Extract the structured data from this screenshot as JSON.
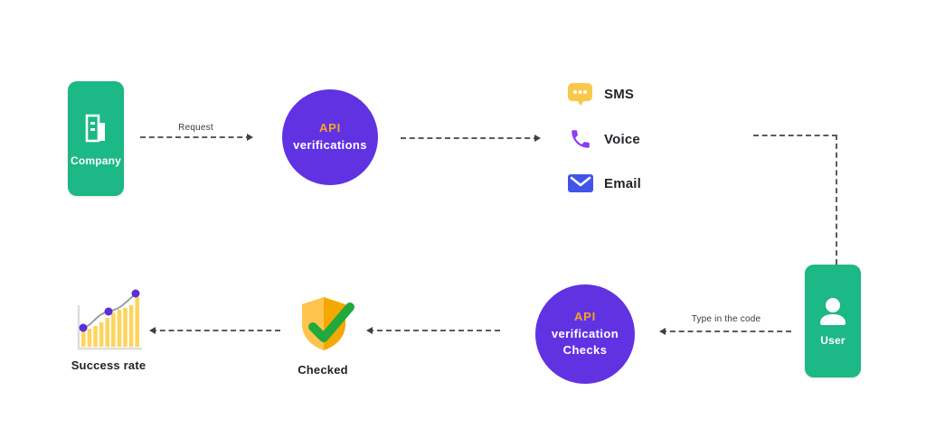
{
  "diagram": {
    "company": {
      "label": "Company"
    },
    "request_arrow": {
      "label": "Request"
    },
    "api_verifications": {
      "line1": "API",
      "line2": "verifications"
    },
    "channels": [
      {
        "name": "sms",
        "label": "SMS"
      },
      {
        "name": "voice",
        "label": "Voice"
      },
      {
        "name": "email",
        "label": "Email"
      }
    ],
    "user": {
      "label": "User"
    },
    "code_arrow": {
      "label": "Type in the code"
    },
    "api_checks": {
      "line1": "API",
      "line2": "verification",
      "line3": "Checks"
    },
    "checked": {
      "label": "Checked"
    },
    "success_rate": {
      "label": "Success rate"
    }
  },
  "colors": {
    "entity_green": "#1cb885",
    "circle_purple": "#6132e2",
    "api_orange": "#f5a623",
    "sms_yellow": "#f7c84a",
    "voice_purple": "#8b3bf6",
    "email_blue": "#4253e8",
    "shield_light": "#ffc44d",
    "shield_dark": "#f5a800",
    "check_green": "#21a93c",
    "chart_bar_yellow": "#ffd45e",
    "chart_dot_purple": "#5b2ed8",
    "connector_gray": "#595b5f"
  }
}
